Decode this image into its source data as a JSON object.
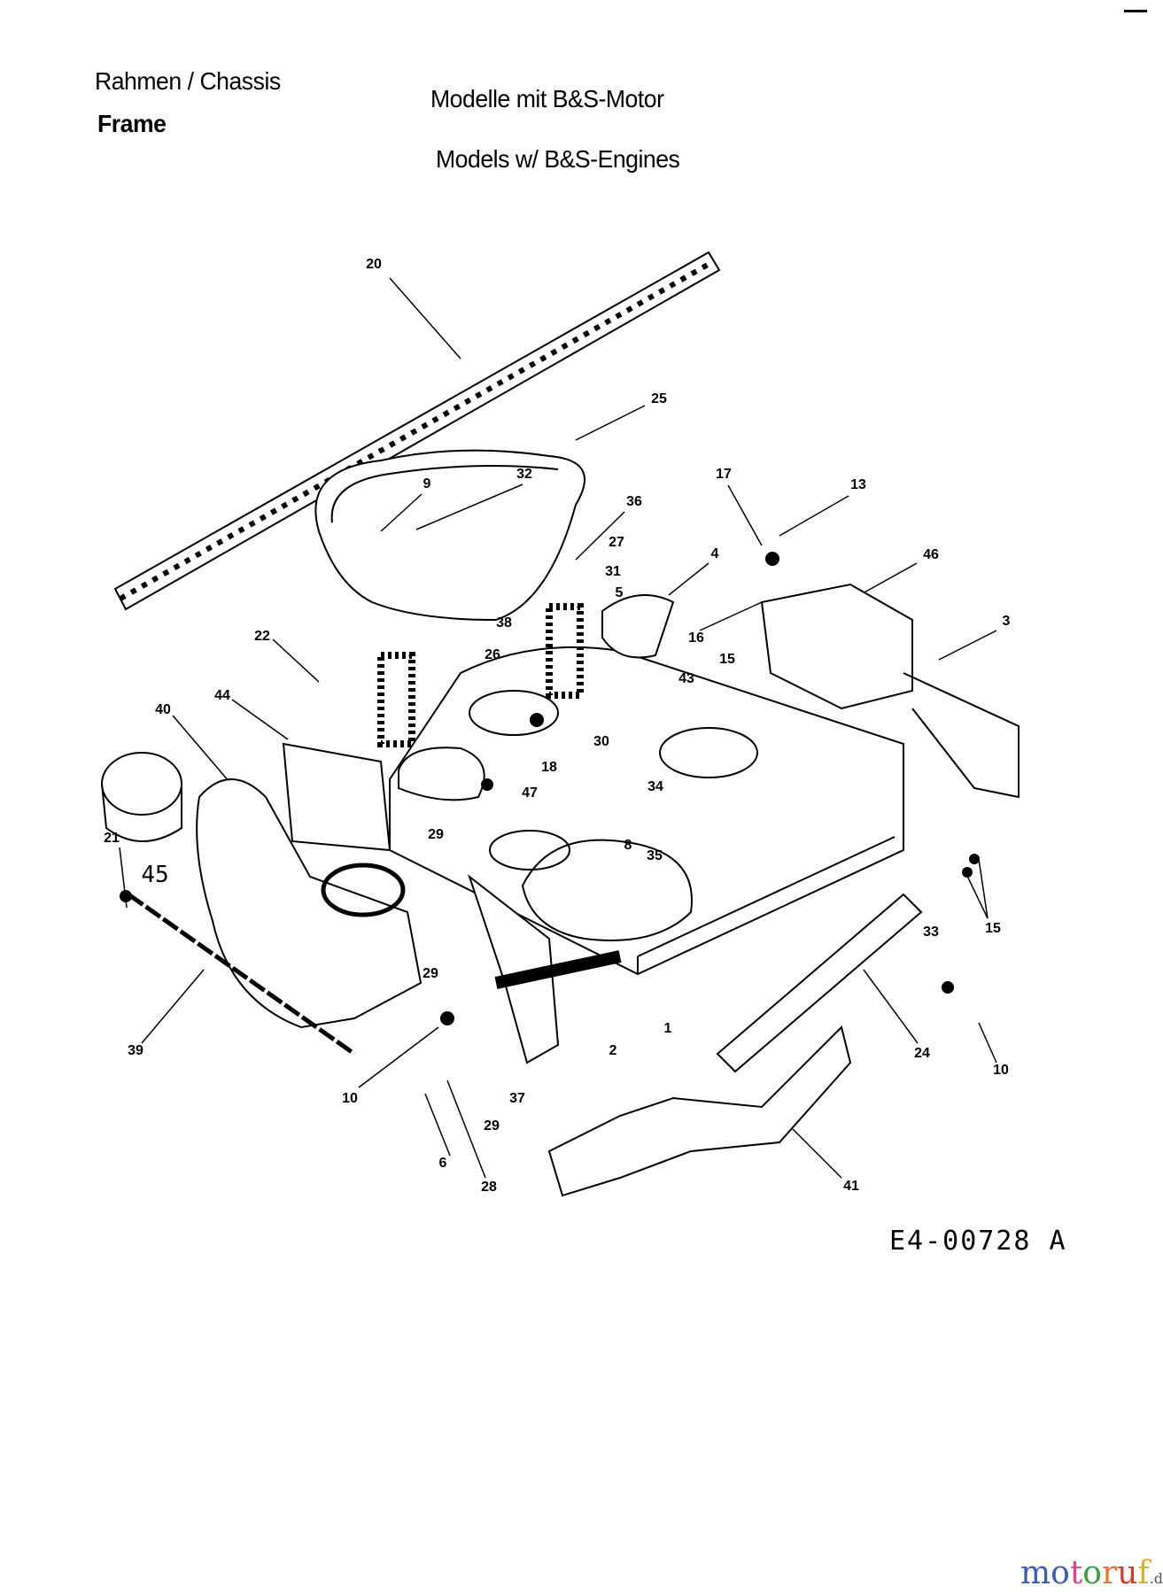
{
  "header": {
    "title_de": "Rahmen /  Chassis",
    "title_en": "Frame",
    "models_de": "Modelle mit B&S-Motor",
    "models_en": "Models w/ B&S-Engines"
  },
  "diagram_code": "E4-00728 A",
  "part_labels": [
    "20",
    "25",
    "9",
    "32",
    "36",
    "27",
    "31",
    "5",
    "38",
    "26",
    "4",
    "17",
    "13",
    "46",
    "16",
    "3",
    "15",
    "43",
    "22",
    "44",
    "40",
    "18",
    "47",
    "30",
    "34",
    "29",
    "8",
    "35",
    "21",
    "45",
    "15",
    "33",
    "10",
    "24",
    "1",
    "2",
    "29",
    "10",
    "37",
    "29",
    "39",
    "6",
    "28",
    "41"
  ],
  "watermark": {
    "brand": [
      "m",
      "o",
      "t",
      "o",
      "r",
      "u",
      "f"
    ],
    "tld": ".de",
    "colors": [
      "#3b5fb0",
      "#3b5fb0",
      "#d04a8c",
      "#3aa040",
      "#e8752a",
      "#d63a2a",
      "#e2b21a"
    ]
  }
}
